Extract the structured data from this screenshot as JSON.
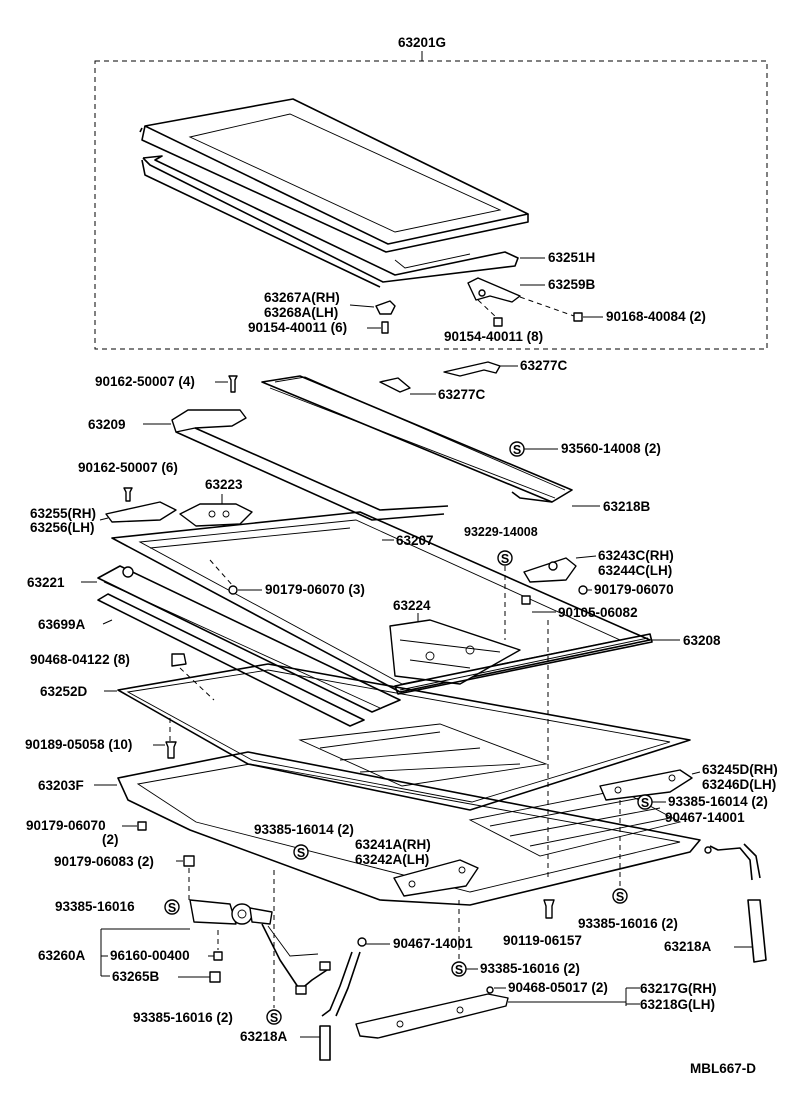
{
  "diagram_id": "MBL667-D",
  "labels": {
    "assembly_top": "63201G",
    "p63251H": "63251H",
    "p63259B": "63259B",
    "p63267A": "63267A(RH)",
    "p63268A": "63268A(LH)",
    "p90154_40011_6": "90154-40011 (6)",
    "p90154_40011_8": "90154-40011 (8)",
    "p90168_40084": "90168-40084 (2)",
    "p63277C_a": "63277C",
    "p63277C_b": "63277C",
    "p90162_50007_4": "90162-50007 (4)",
    "p63209": "63209",
    "p93560_14008": "93560-14008 (2)",
    "p63218B": "63218B",
    "p90162_50007_6": "90162-50007 (6)",
    "p63223": "63223",
    "p63255": "63255(RH)",
    "p63256": "63256(LH)",
    "p93229_14008": "93229-14008",
    "p63207": "63207",
    "p63243C": "63243C(RH)",
    "p63244C": "63244C(LH)",
    "p63221": "63221",
    "p90179_06070_3": "90179-06070 (3)",
    "p90179_06070_r": "90179-06070",
    "p90105_06082": "90105-06082",
    "p63699A": "63699A",
    "p63224": "63224",
    "p63208": "63208",
    "p90468_04122": "90468-04122 (8)",
    "p63252D": "63252D",
    "p90189_05058": "90189-05058 (10)",
    "p63203F": "63203F",
    "p63245D": "63245D(RH)",
    "p63246D": "63246D(LH)",
    "p93385_16014_r": "93385-16014 (2)",
    "p90467_14001_r": "90467-14001",
    "p90179_06070_2": "90179-06070",
    "p90179_06070_2q": "(2)",
    "p93385_16014_c": "93385-16014 (2)",
    "p63241A": "63241A(RH)",
    "p63242A": "63242A(LH)",
    "p90179_06083": "90179-06083 (2)",
    "p93385_16016_l": "93385-16016",
    "p93385_16016_r": "93385-16016 (2)",
    "p63260A": "63260A",
    "p96160_00400": "96160-00400",
    "p63265B": "63265B",
    "p90467_14001_b": "90467-14001",
    "p90119_06157": "90119-06157",
    "p63218A_r": "63218A",
    "p93385_16016_b": "93385-16016 (2)",
    "p90468_05017": "90468-05017 (2)",
    "p63217G": "63217G(RH)",
    "p63218G": "63218G(LH)",
    "p93385_16016_bl": "93385-16016 (2)",
    "p63218A_b": "63218A",
    "symbol_s": "S"
  }
}
